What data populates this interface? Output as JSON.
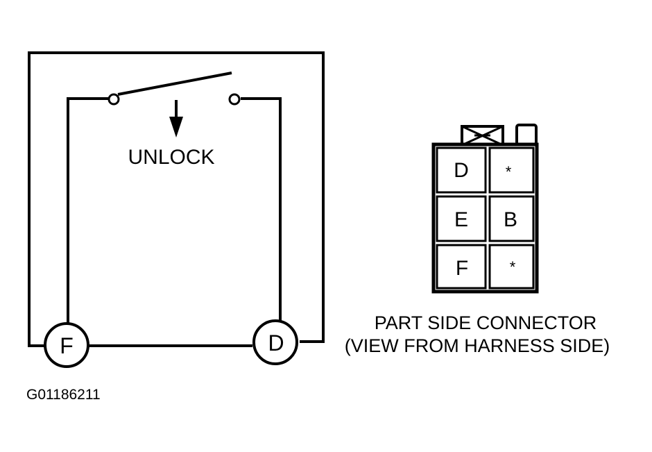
{
  "switch": {
    "action_label": "UNLOCK"
  },
  "terminals": {
    "left": "F",
    "right": "D"
  },
  "connector": {
    "cells": [
      [
        "D",
        "*"
      ],
      [
        "E",
        "B"
      ],
      [
        "F",
        "*"
      ]
    ],
    "caption_line1": "PART SIDE CONNECTOR",
    "caption_line2": "(VIEW FROM HARNESS SIDE)"
  },
  "figure_id": "G01186211"
}
